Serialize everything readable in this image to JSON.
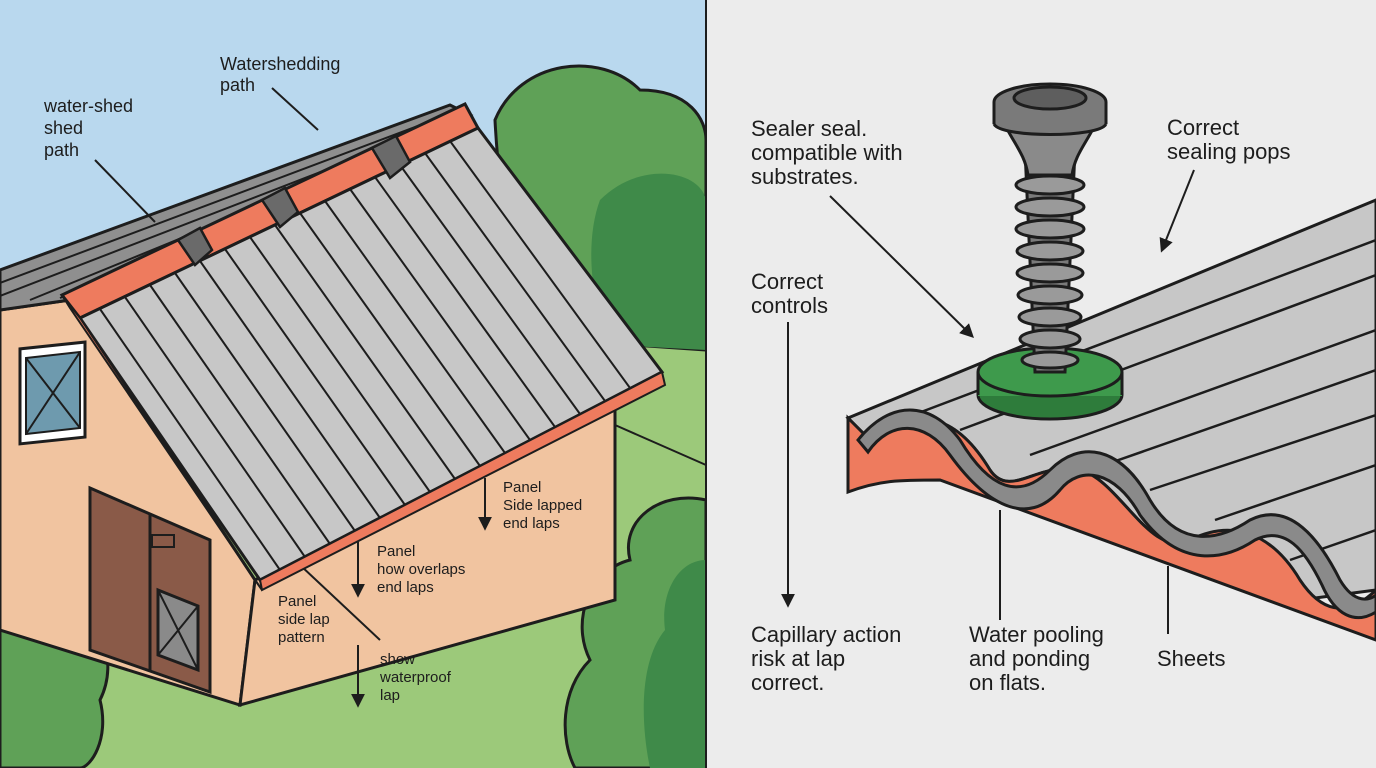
{
  "left_panel": {
    "labels": {
      "watershedding_path": [
        "Watershedding",
        "path"
      ],
      "water_shed_path": [
        "water-shed",
        "shed",
        "path"
      ],
      "panel_side_lapped": [
        "Panel",
        "Side lapped",
        "end laps"
      ],
      "panel_overlaps": [
        "Panel",
        "how overlaps",
        "end laps"
      ],
      "panel_side_lap_pattern": [
        "Panel",
        "side lap",
        "pattern"
      ],
      "show_waterproof_lap": [
        "show",
        "waterproof",
        "lap"
      ]
    }
  },
  "right_panel": {
    "labels": {
      "sealer_seal": [
        "Sealer seal.",
        "compatible with",
        "substrates."
      ],
      "correct_sealing_pops": [
        "Correct",
        "sealing pops"
      ],
      "correct_controls": [
        "Correct",
        "controls"
      ],
      "capillary_action": [
        "Capillary action",
        "risk at lap",
        "correct."
      ],
      "water_pooling": [
        "Water pooling",
        "and ponding",
        "on flats."
      ],
      "sheets": [
        "Sheets"
      ]
    }
  },
  "colors": {
    "sky": "#b9d8ee",
    "grass": "#9cc97a",
    "tree": "#5fa157",
    "tree_dark": "#3f8a49",
    "wall": "#f1c4a0",
    "ridge": "#ee7b5e",
    "roof_sheet": "#c7c7c7",
    "door": "#8a5a48",
    "right_bg": "#ececec",
    "washer": "#3e9a4c",
    "screw": "#7a7a7a",
    "line": "#1d1d1d"
  }
}
